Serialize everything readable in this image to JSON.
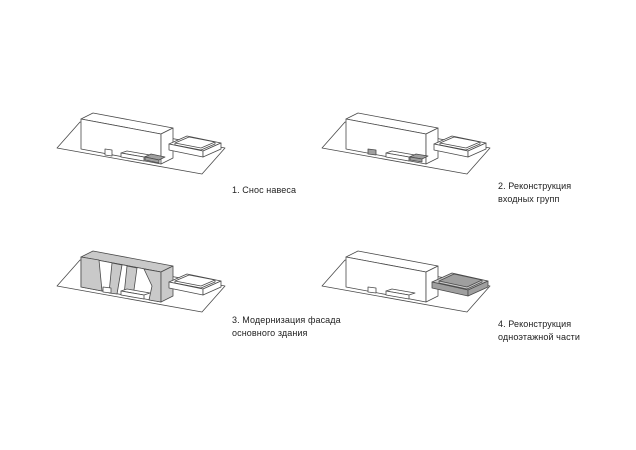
{
  "diagrams": [
    {
      "caption_line1": "1. Снос навеса",
      "caption_line2": "",
      "highlight": "canopy"
    },
    {
      "caption_line1": "2. Реконструкция",
      "caption_line2": "входных групп",
      "highlight": "entrances"
    },
    {
      "caption_line1": "3. Модернизация фасада",
      "caption_line2": "основного здания",
      "highlight": "facade"
    },
    {
      "caption_line1": "4. Реконструкция",
      "caption_line2": "одноэтажной части",
      "highlight": "annex"
    }
  ],
  "colors": {
    "stroke": "#4a4a4a",
    "highlight_light": "#c9c9c9",
    "highlight_dark": "#9f9f9f",
    "background": "#ffffff"
  }
}
